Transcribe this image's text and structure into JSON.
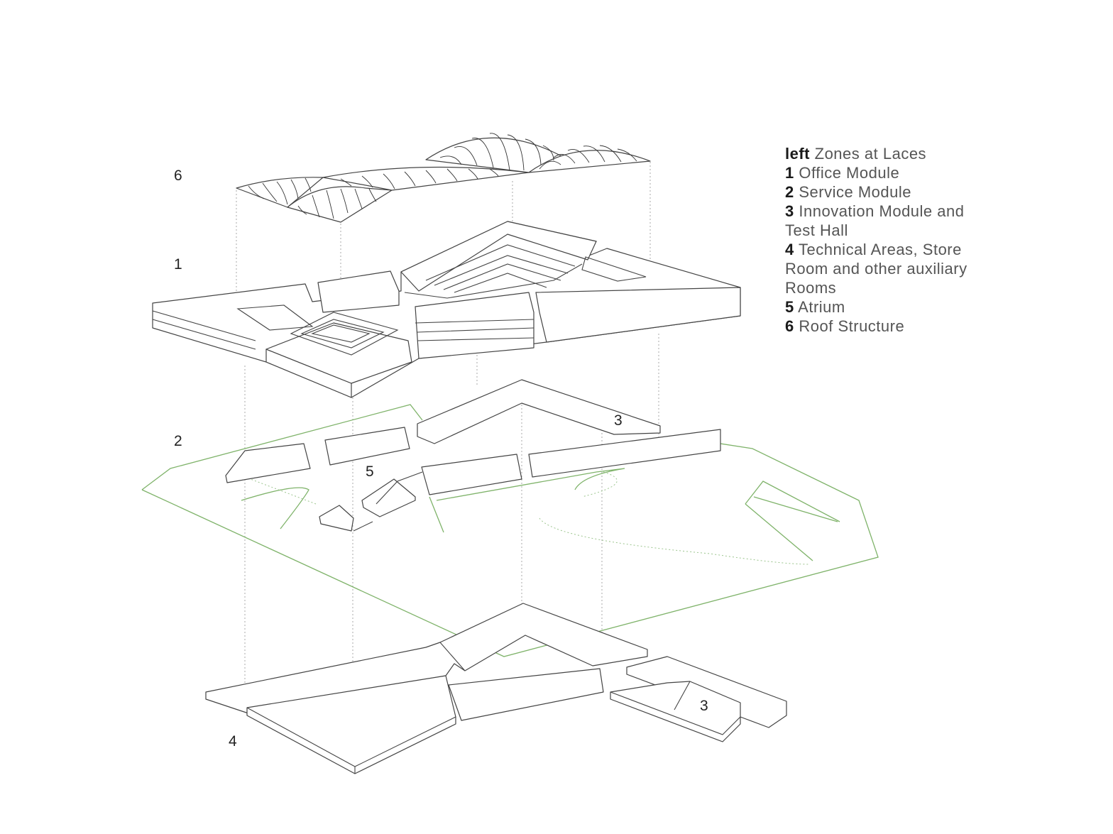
{
  "legend": {
    "heading_bold": "left",
    "heading_text": "Zones at Laces",
    "items": [
      {
        "num": "1",
        "label": "Office Module"
      },
      {
        "num": "2",
        "label": "Service Module"
      },
      {
        "num": "3",
        "label": "Innovation Module and"
      },
      {
        "num": "",
        "label": "Test Hall"
      },
      {
        "num": "4",
        "label": "Technical Areas, Store"
      },
      {
        "num": "",
        "label": "Room and other auxiliary"
      },
      {
        "num": "",
        "label": "Rooms"
      },
      {
        "num": "5",
        "label": "Atrium"
      },
      {
        "num": "6",
        "label": "Roof Structure"
      }
    ]
  },
  "labels": {
    "roof": "6",
    "office": "1",
    "service": "2",
    "atrium": "5",
    "innovation_upper": "3",
    "innovation_lower": "3",
    "technical": "4"
  },
  "colors": {
    "site_outline": "#7fb36a",
    "lines": "#444444"
  }
}
